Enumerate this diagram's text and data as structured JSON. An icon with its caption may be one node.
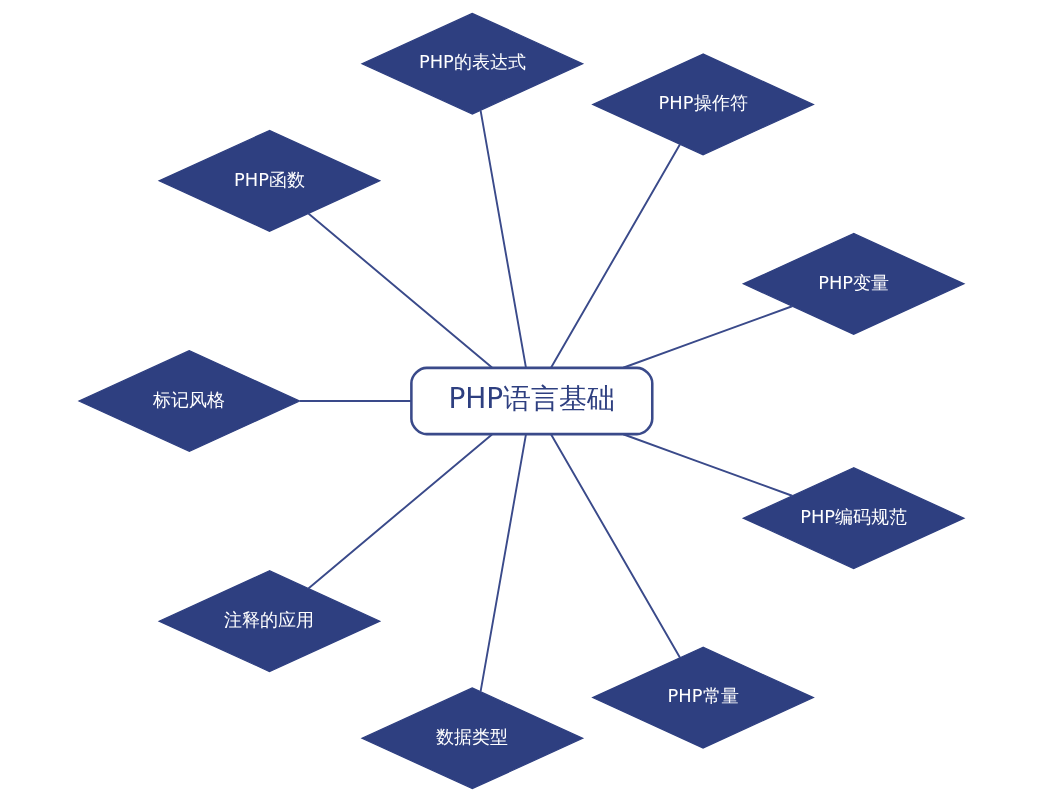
{
  "diagram": {
    "nodes": [
      {
        "text": [
          "PHP语言基础"
        ]
      },
      {
        "text": [
          "PHP变量"
        ]
      },
      {
        "text": [
          "PHP操作符"
        ]
      },
      {
        "text": [
          "PHP的表达式"
        ]
      },
      {
        "text": [
          "PHP函数"
        ]
      },
      {
        "text": [
          "标记风格"
        ]
      },
      {
        "text": [
          "注释的应用"
        ]
      },
      {
        "text": [
          "数据类型"
        ]
      },
      {
        "text": [
          "PHP常量"
        ]
      },
      {
        "text": [
          "PHP编码规范"
        ]
      }
    ],
    "edges": [
      {
        "from": 0,
        "to": 1,
        "arrow": "none"
      },
      {
        "from": 0,
        "to": 2,
        "arrow": "none"
      },
      {
        "from": 0,
        "to": 3,
        "arrow": "none"
      },
      {
        "from": 0,
        "to": 4,
        "arrow": "none"
      },
      {
        "from": 0,
        "to": 5,
        "arrow": "none"
      },
      {
        "from": 0,
        "to": 6,
        "arrow": "none"
      },
      {
        "from": 0,
        "to": 7,
        "arrow": "none"
      },
      {
        "from": 0,
        "to": 8,
        "arrow": "none"
      },
      {
        "from": 0,
        "to": 9,
        "arrow": "none"
      }
    ]
  }
}
